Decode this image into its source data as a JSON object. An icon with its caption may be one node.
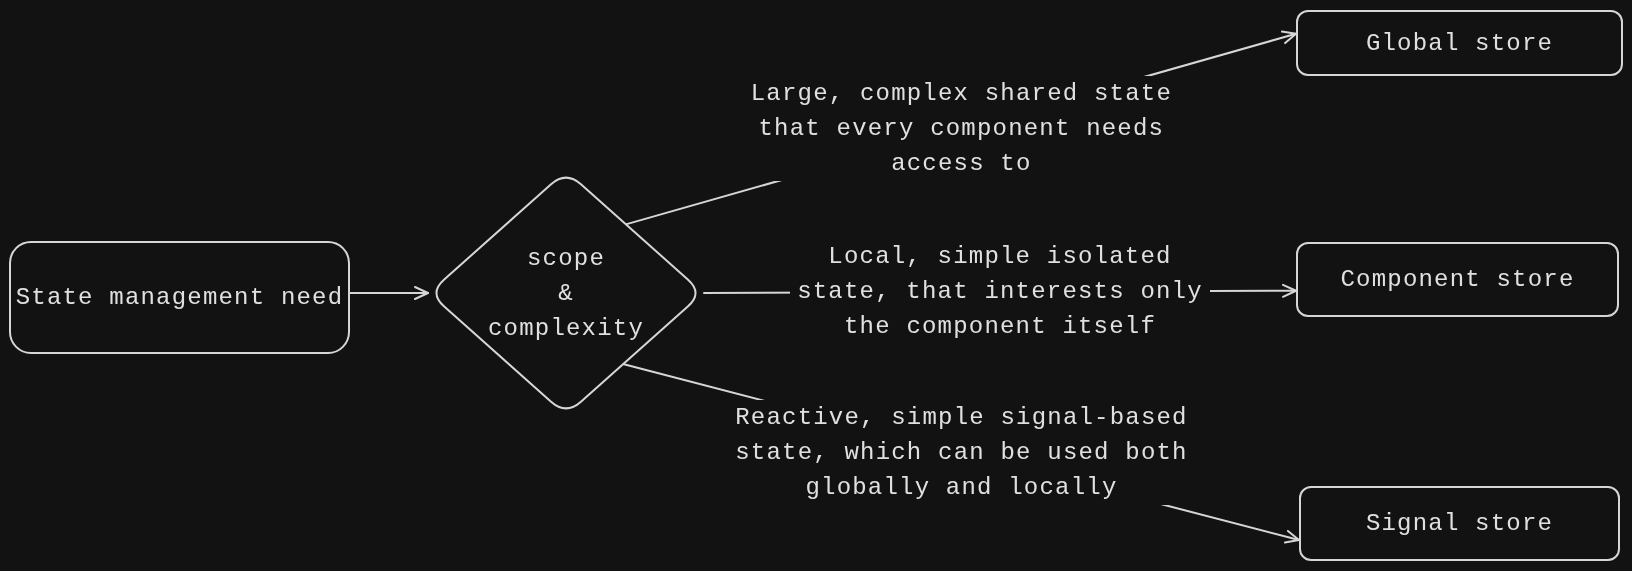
{
  "diagram": {
    "nodes": [
      {
        "text": [
          "State management need"
        ]
      },
      {
        "text": [
          "scope & complexity"
        ]
      },
      {
        "text": [
          "Global store"
        ]
      },
      {
        "text": [
          "Component store"
        ]
      },
      {
        "text": [
          "Signal store"
        ]
      }
    ],
    "edges": [
      {
        "from": 0,
        "to": 1,
        "arrow": "to"
      },
      {
        "from": 1,
        "to": 2,
        "arrow": "to",
        "label": "Large, complex shared state that every component needs access to"
      },
      {
        "from": 1,
        "to": 3,
        "arrow": "to",
        "label": "Local, simple isolated state, that interests only the component itself"
      },
      {
        "from": 1,
        "to": 4,
        "arrow": "to",
        "label": "Reactive, simple signal-based state, which can be used both globally and locally"
      }
    ]
  }
}
